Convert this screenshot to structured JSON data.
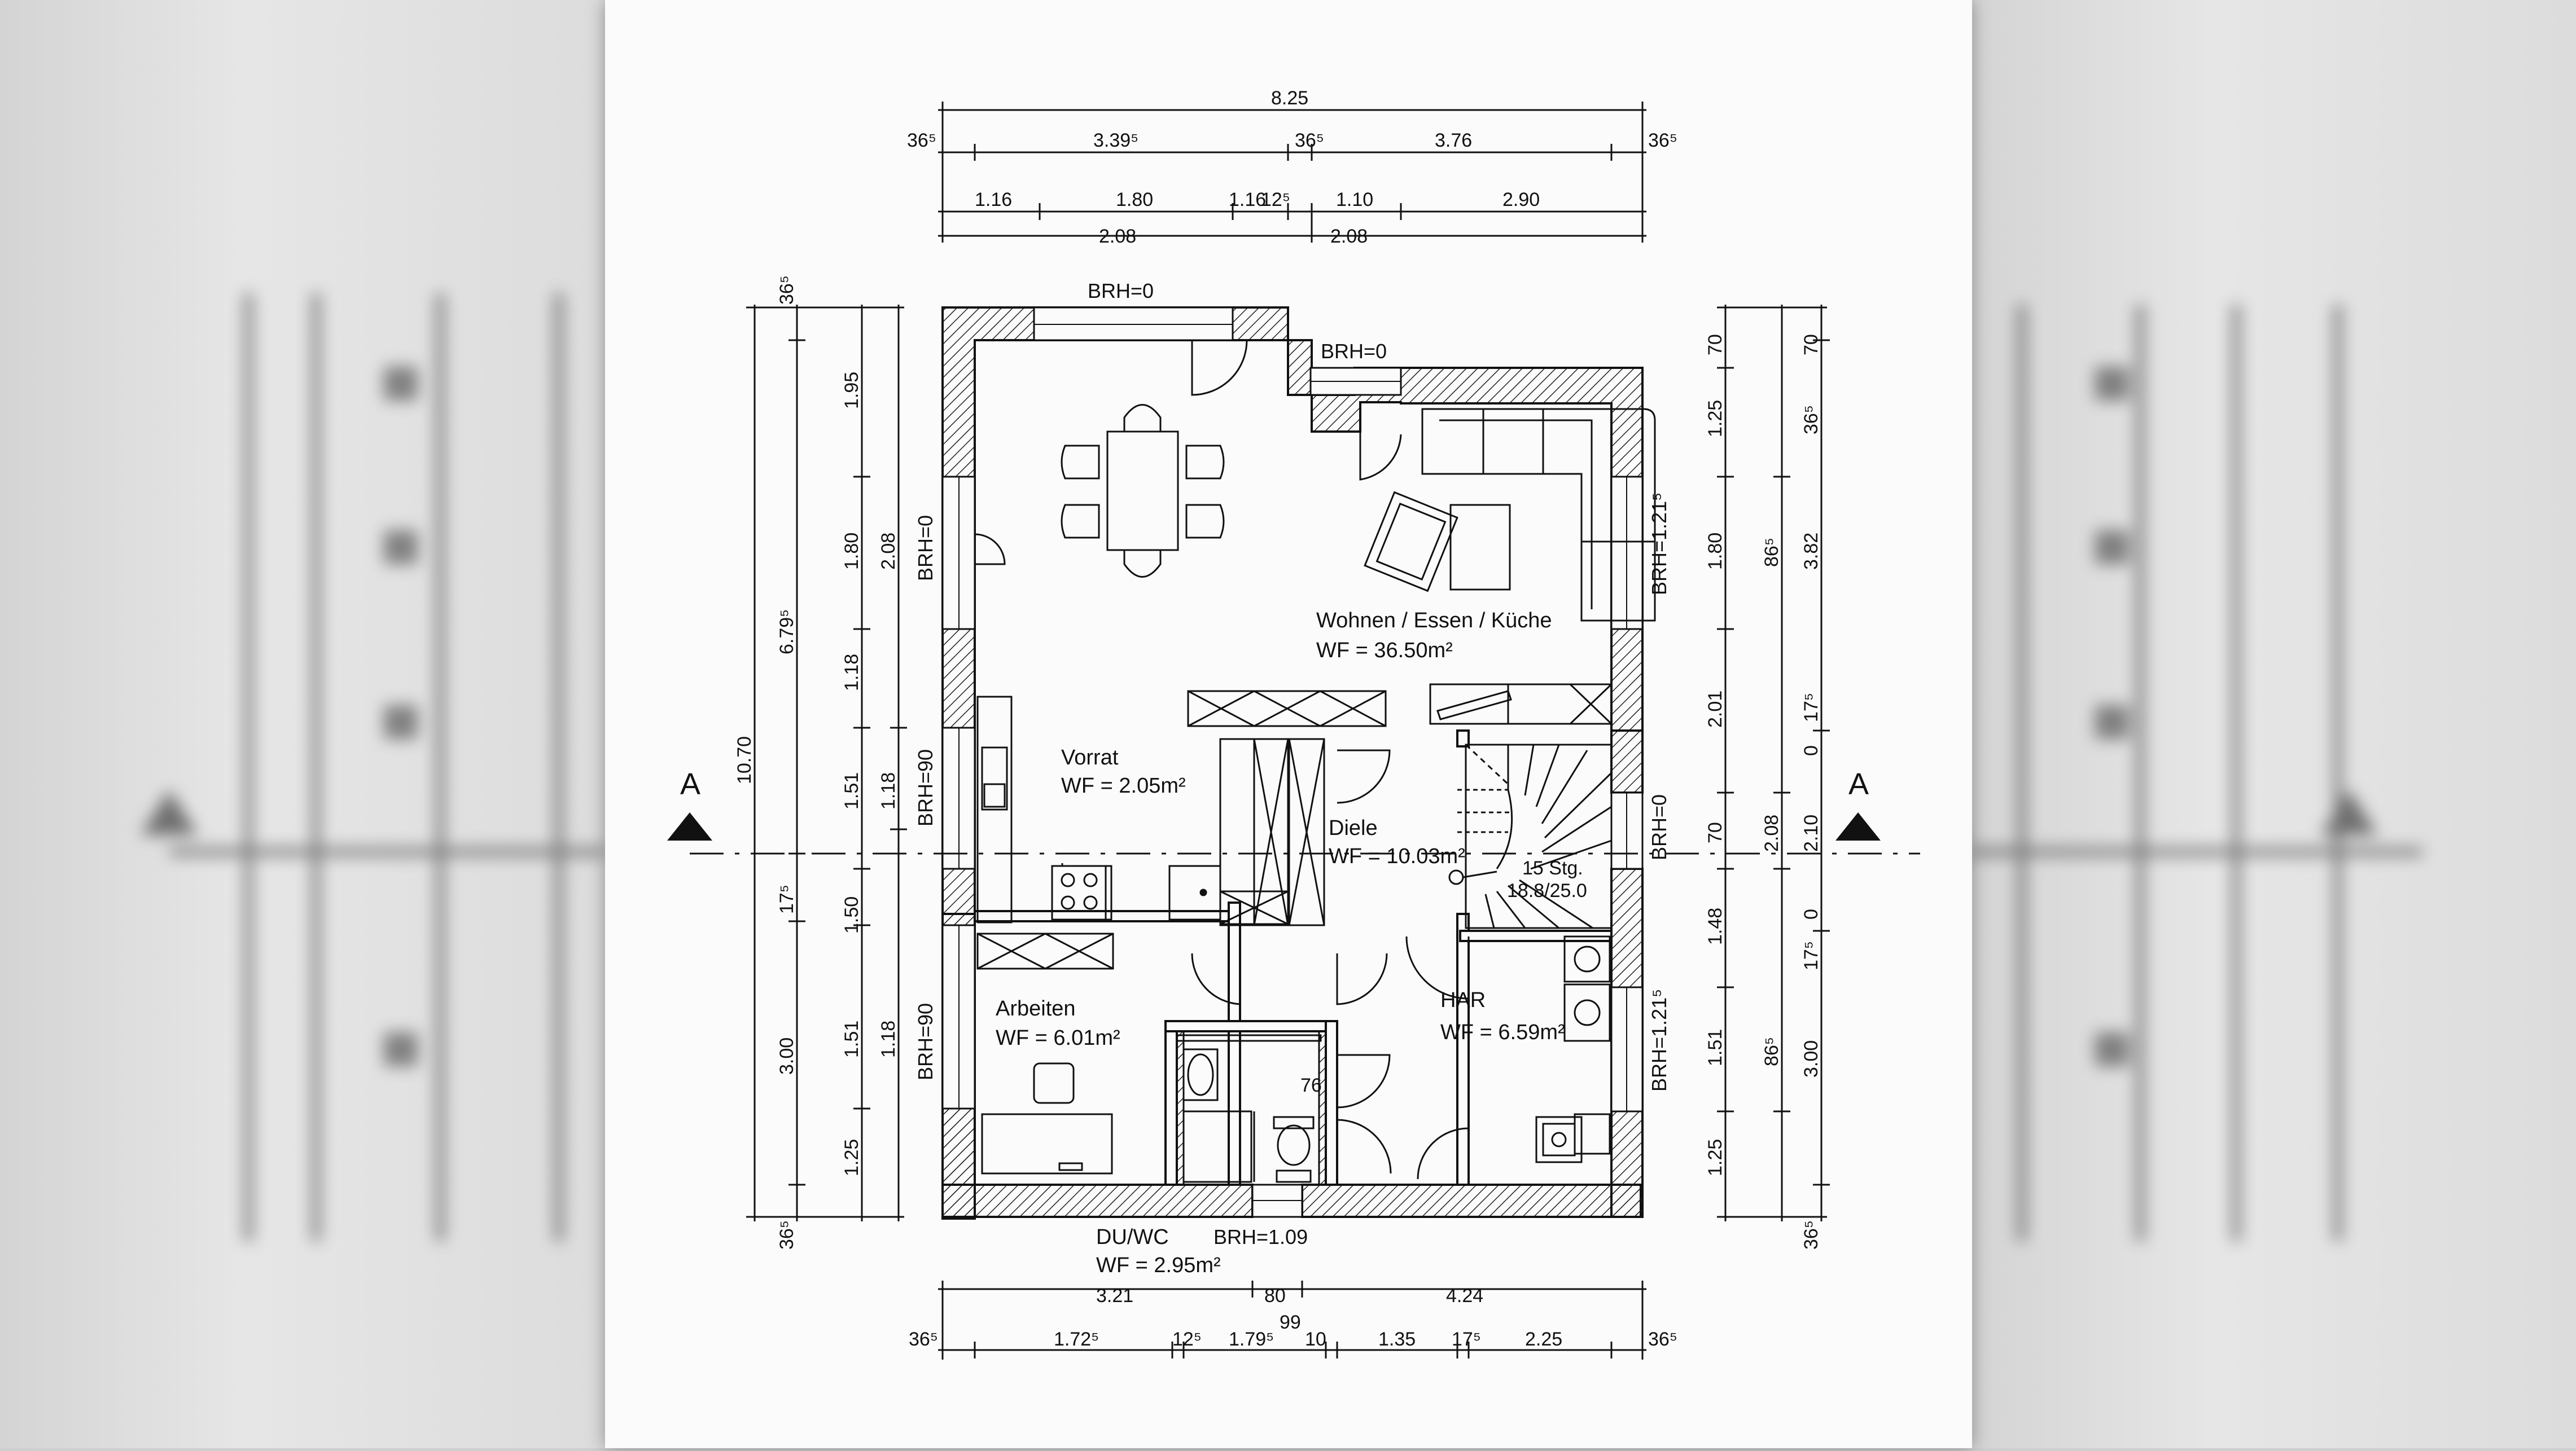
{
  "rooms": {
    "wohnen_name": "Wohnen / Essen / Küche",
    "wohnen_area": "WF = 36.50m²",
    "vorrat_name": "Vorrat",
    "vorrat_area": "WF = 2.05m²",
    "diele_name": "Diele",
    "diele_area": "WF = 10.03m²",
    "har_name": "HAR",
    "har_area": "WF = 6.59m²",
    "arbeiten_name": "Arbeiten",
    "arbeiten_area": "WF = 6.01m²",
    "duwc_name": "DU/WC",
    "duwc_area": "WF = 2.95m²"
  },
  "stairs": {
    "steps": "15 Stg.",
    "ratio": "18.8/25.0"
  },
  "door_width": "76",
  "brh": {
    "top_left": "BRH=0",
    "top_right": "BRH=0",
    "left_upper": "BRH=0",
    "left_mid": "BRH=90",
    "left_lower": "BRH=90",
    "right_upper": "BRH=1.21⁵",
    "right_mid": "BRH=0",
    "right_lower": "BRH=1.21⁵",
    "bottom": "BRH=1.09"
  },
  "section_marker": "A",
  "dims_top": {
    "total": "8.25",
    "r2_a": "36⁵",
    "r2_b": "3.39⁵",
    "r2_c": "36⁵",
    "r2_d": "3.76",
    "r2_e": "36⁵",
    "r3_a": "1.16",
    "r3_b": "1.80",
    "r3_c": "1.16",
    "r3_d": "12⁵",
    "r3_e": "1.10",
    "r3_f": "2.90",
    "r4_a": "2.08",
    "r4_b": "2.08"
  },
  "dims_bottom": {
    "r1_a": "3.21",
    "r1_b": "80",
    "r1_c": "4.24",
    "r2_a": "36⁵",
    "r2_b": "1.72⁵",
    "r2_c": "12⁵",
    "r2_d": "1.79⁵",
    "r2_e": "99",
    "r2_f": "10",
    "r2_g": "1.35",
    "r2_h": "17⁵",
    "r2_i": "2.25",
    "r2_j": "36⁵"
  },
  "dims_left": {
    "total": "10.70",
    "o_top": "36⁵",
    "o_mid": "6.79⁵",
    "o_a": "17⁵",
    "o_b": "3.00",
    "o_bot": "36⁵",
    "m_a": "1.95",
    "m_b": "1.80",
    "m_c": "1.18",
    "m_d": "1.51",
    "m_e": "1.50",
    "m_f": "1.51",
    "m_g": "1.25",
    "i_a": "2.08",
    "i_b": "1.18",
    "i_c": "1.18"
  },
  "dims_right": {
    "a_1": "70",
    "a_2": "1.25",
    "a_3": "1.80",
    "a_4": "2.01",
    "a_5": "70",
    "a_6": "1.48",
    "a_7": "1.51",
    "a_8": "1.25",
    "b_1": "86⁵",
    "b_2": "2.08",
    "b_3": "86⁵",
    "c_1": "70",
    "c_2": "36⁵",
    "c_3": "3.82",
    "c_4": "17⁵",
    "c_5": "0",
    "c_6": "2.10",
    "c_7": "0",
    "c_8": "17⁵",
    "c_9": "3.00",
    "c_10": "36⁵"
  }
}
